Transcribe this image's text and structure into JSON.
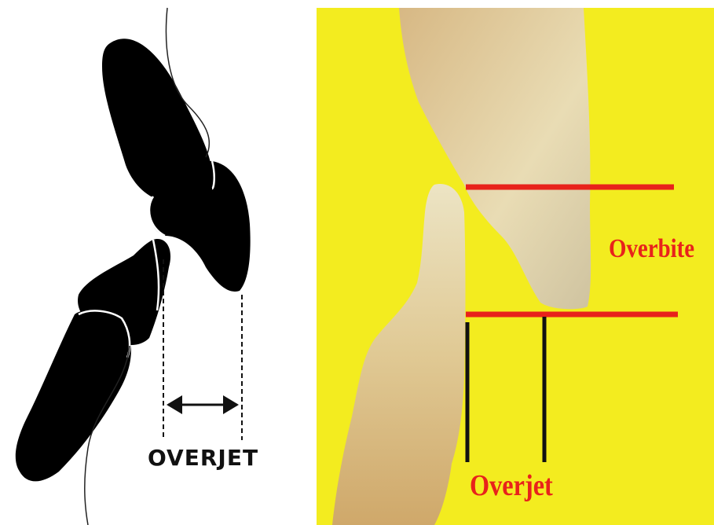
{
  "left_diagram": {
    "label": "OVERJET",
    "colors": {
      "tooth_fill": "#000000",
      "outline": "#ffffff",
      "line": "#111111"
    }
  },
  "right_photo": {
    "overbite_label": "Overbite",
    "overjet_label": "Overjet",
    "colors": {
      "background": "#f3ec1f",
      "tooth": "#e3d3a6",
      "measure_red": "#e8221b",
      "measure_black": "#111111"
    }
  }
}
